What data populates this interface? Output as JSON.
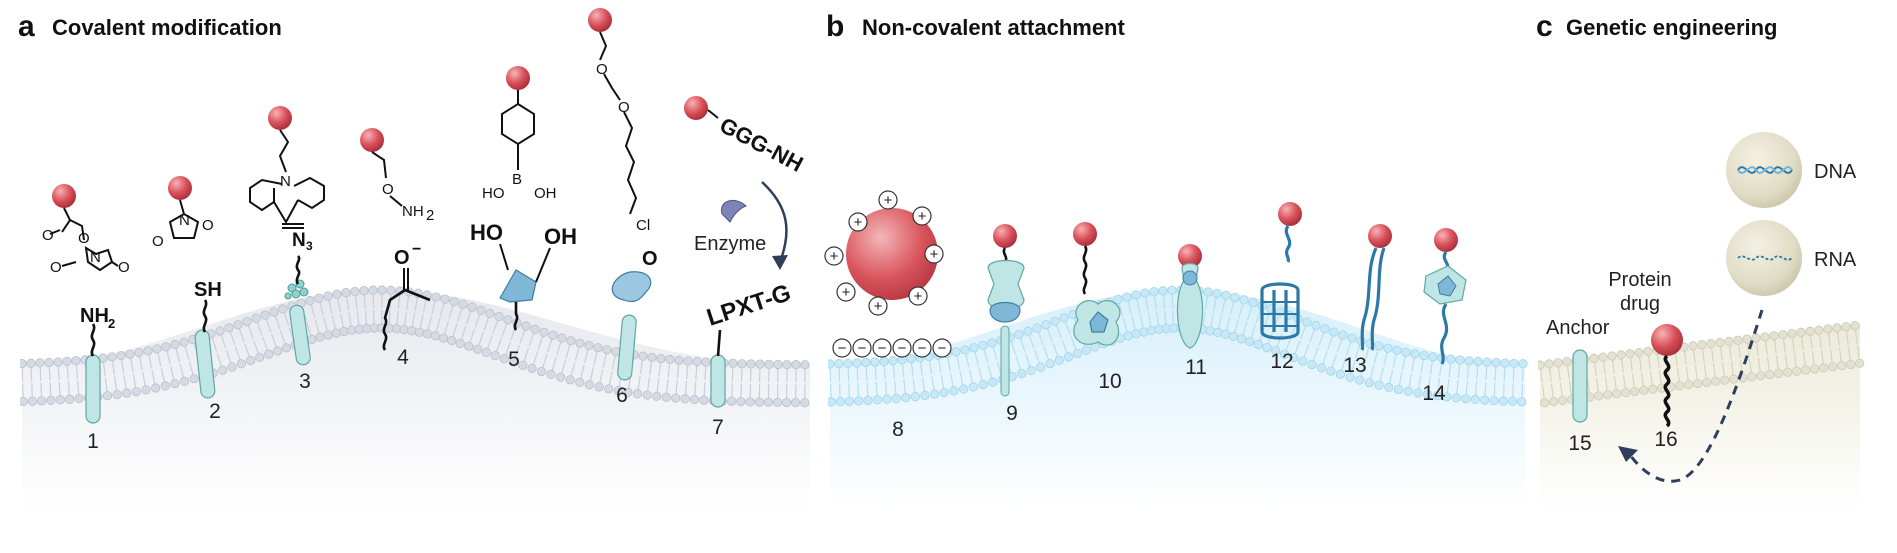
{
  "panels": [
    {
      "letter": "a",
      "title": "Covalent modification"
    },
    {
      "letter": "b",
      "title": "Non-covalent attachment"
    },
    {
      "letter": "c",
      "title": "Genetic engineering"
    }
  ],
  "numbers": [
    "1",
    "2",
    "3",
    "4",
    "5",
    "6",
    "7",
    "8",
    "9",
    "10",
    "11",
    "12",
    "13",
    "14",
    "15",
    "16"
  ],
  "chem": {
    "nh2": "NH",
    "sub2": "2",
    "sh": "SH",
    "n3": "N",
    "sub3": "3",
    "o_minus": "O",
    "minus": "−",
    "o_n": "O",
    "nh2_b": "NH",
    "sub2b": "2",
    "ho": "HO",
    "b": "B",
    "oh": "OH",
    "ho5": "HO",
    "oh5": "OH",
    "cl": "Cl",
    "o_ring": "O",
    "o_maleimide_1": "O",
    "o_maleimide_2": "O",
    "n_mal": "N",
    "o_nhs_1": "O",
    "o_nhs_2": "O",
    "o_nhs_3": "O",
    "n_nhs": "N",
    "o_nhs_4": "O",
    "n_dbco": "N",
    "o6": "O",
    "o_a": "O",
    "o_b": "O",
    "ggg": "GGG-NH",
    "lpxt": "LPXT-G"
  },
  "labels": {
    "enzyme": "Enzyme",
    "dna": "DNA",
    "rna": "RNA",
    "anchor": "Anchor",
    "protein_drug_1": "Protein",
    "protein_drug_2": "drug"
  },
  "charges": {
    "plus": "+",
    "minus": "−"
  },
  "colors": {
    "payload_red": "#d9515a",
    "anchor_teal": "#bfe6e4",
    "membrane_a": "#d6dbe3",
    "membrane_b": "#c7e9f7",
    "membrane_c": "#e3e1d1",
    "strand_blue": "#2c79a8"
  }
}
